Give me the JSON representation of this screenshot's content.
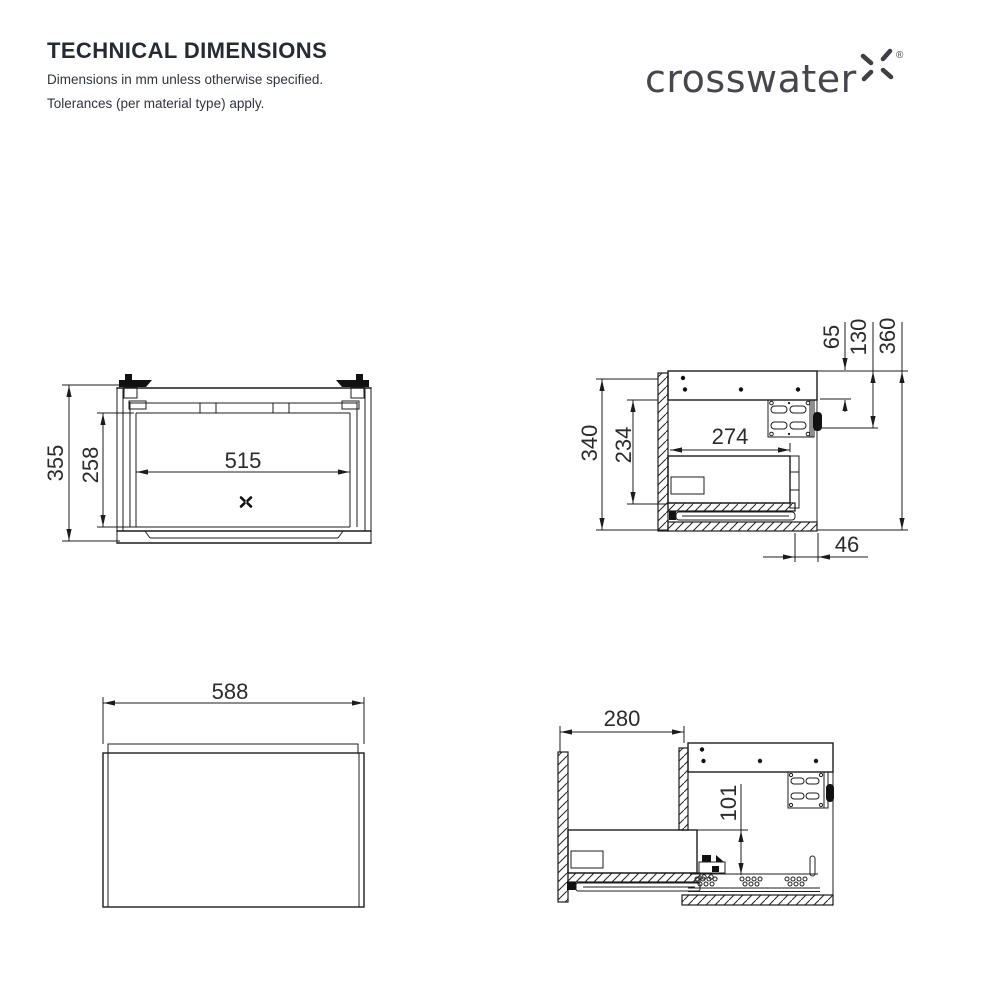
{
  "header": {
    "title": "TECHNICAL DIMENSIONS",
    "subtitle1": "Dimensions in mm unless otherwise specified.",
    "subtitle2": "Tolerances (per material type) apply.",
    "brand": "crosswater",
    "registered": "®"
  },
  "colors": {
    "line": "#1c1c1c",
    "text": "#2b2b2b",
    "brand_text": "#46464d"
  },
  "views": {
    "front_open": {
      "label": "front view, drawer open",
      "dims": {
        "overall_height": "355",
        "inner_height": "258",
        "inner_width": "515"
      }
    },
    "side_section": {
      "label": "side section view",
      "dims": {
        "overall_height": "340",
        "inner_height": "234",
        "drawer_depth": "274",
        "top_to_rail": "65",
        "top_to_bracket": "130",
        "total_height": "360",
        "front_clearance": "46"
      }
    },
    "front_closed": {
      "label": "front view, closed",
      "dims": {
        "overall_width": "588"
      }
    },
    "side_extended": {
      "label": "side view, drawer extended",
      "dims": {
        "drawer_extension": "280",
        "clearance_height": "101"
      }
    }
  }
}
